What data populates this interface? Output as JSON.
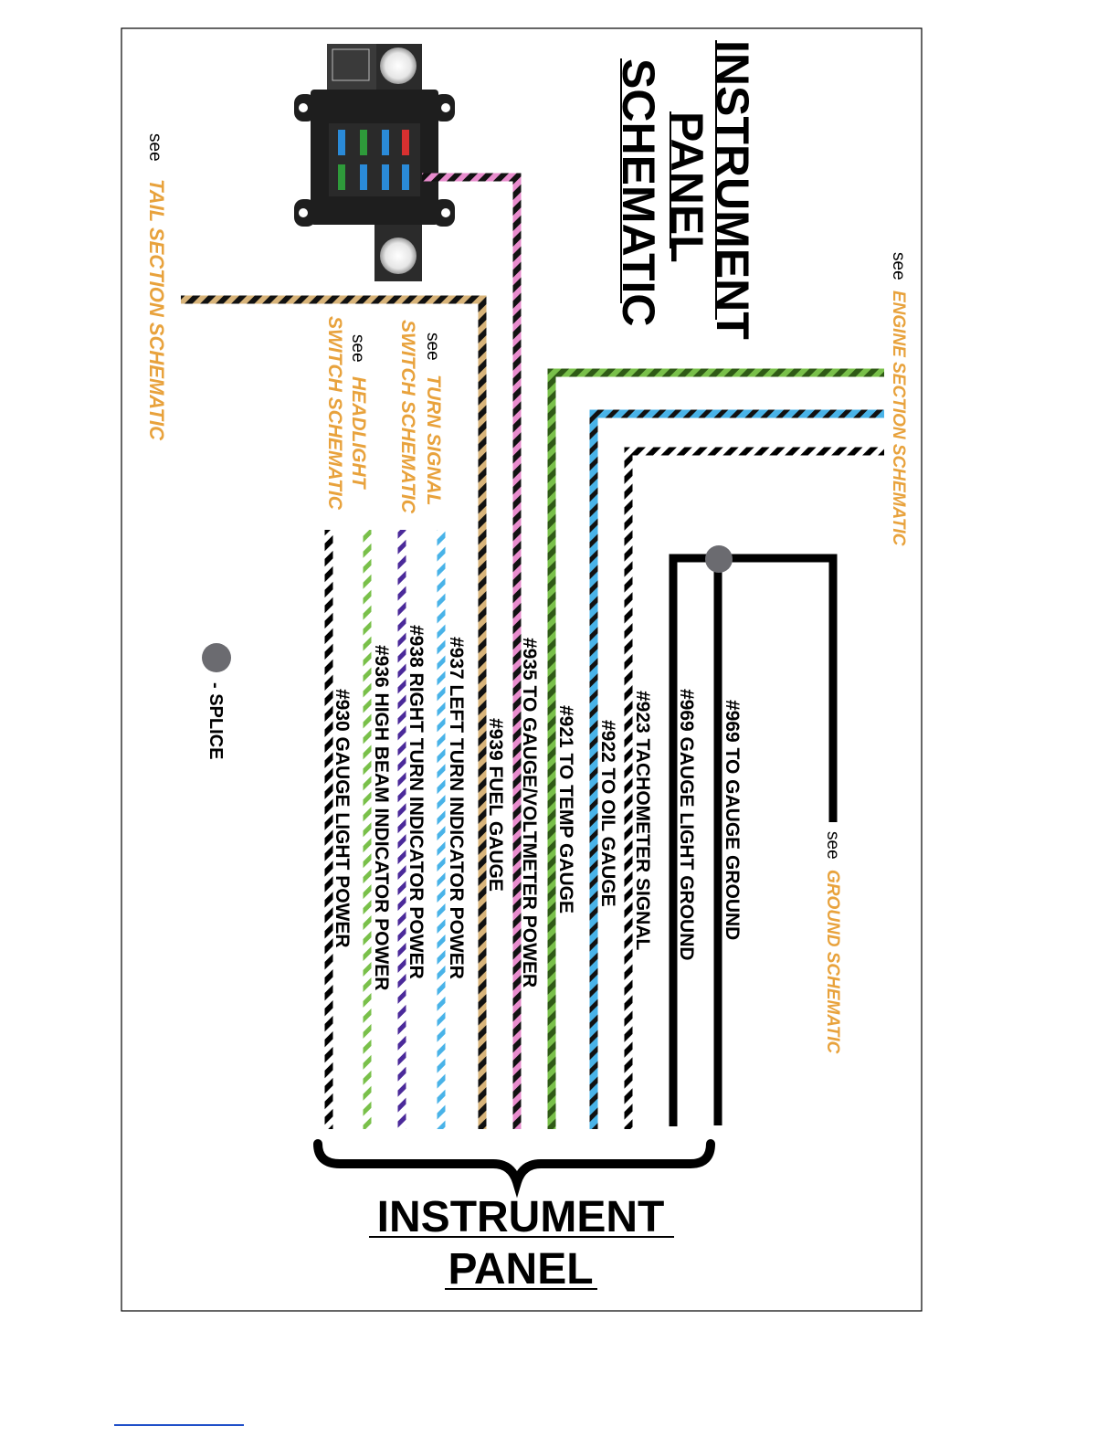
{
  "title": {
    "line1": "INSTRUMENT",
    "line2": "PANEL",
    "line3": "SCHEMATIC"
  },
  "panel_label": {
    "line1": "INSTRUMENT",
    "line2": "PANEL"
  },
  "refs": {
    "see": "see",
    "tail": "TAIL SECTION SCHEMATIC",
    "turn_line1": "TURN SIGNAL",
    "turn_line2": "SWITCH SCHEMATIC",
    "headlight_line1": "HEADLIGHT",
    "headlight_line2": "SWITCH SCHEMATIC",
    "engine": "ENGINE SECTION SCHEMATIC",
    "ground": "GROUND SCHEMATIC"
  },
  "legend": {
    "splice": "- SPLICE"
  },
  "colors": {
    "orange": "#e8a23c",
    "black": "#000000",
    "green": "#5a8a2a",
    "light_green": "#79c04a",
    "purple": "#4b2a9a",
    "light_blue": "#49b3e8",
    "tan": "#d8b47a",
    "pink": "#e88ccd",
    "splice": "#6b6b70"
  },
  "wires": [
    {
      "label": "#930 GAUGE LIGHT POWER",
      "stripe": "black"
    },
    {
      "label": "#936 HIGH BEAM INDICATOR POWER",
      "stripe": "light_green"
    },
    {
      "label": "#938 RIGHT TURN INDICATOR POWER",
      "stripe": "purple"
    },
    {
      "label": "#937 LEFT TURN INDICATOR POWER",
      "stripe": "light_blue"
    },
    {
      "label": "#939 FUEL GAUGE",
      "stripe": "tan"
    },
    {
      "label": "#935 TO GAUGE/VOLTMETER POWER",
      "stripe": "pink"
    },
    {
      "label": "#921 TO TEMP GAUGE",
      "stripe": "green"
    },
    {
      "label": "#922 TO OIL GAUGE",
      "stripe": "light_blue"
    },
    {
      "label": "#923 TACHOMETER SIGNAL",
      "stripe": "white"
    },
    {
      "label": "#969 GAUGE LIGHT GROUND",
      "stripe": "solid"
    },
    {
      "label": "#969 TO GAUGE GROUND",
      "stripe": "solid"
    }
  ]
}
